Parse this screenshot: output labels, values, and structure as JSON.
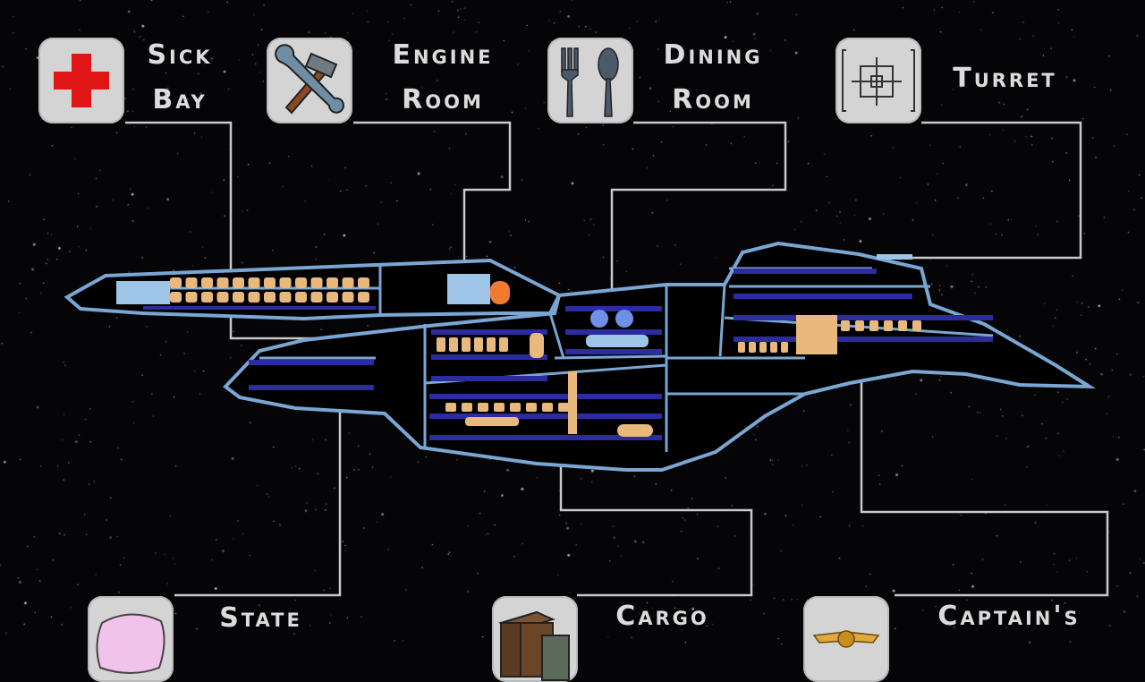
{
  "rooms": {
    "sick_bay": {
      "line1": "Sick",
      "line2": "bay"
    },
    "engine_room": {
      "line1": "Engine",
      "line2": "room"
    },
    "dining_room": {
      "line1": "Dining",
      "line2": "room"
    },
    "turret": {
      "line1": "Turret"
    },
    "state": {
      "line1": "State"
    },
    "cargo": {
      "line1": "Cargo"
    },
    "captains": {
      "line1": "Captain's"
    }
  },
  "colors": {
    "hull_outline": "#79a6d2",
    "connector_line": "#c9c9c9",
    "tile_bg": "#d4d4d4",
    "label_text": "#dcdcdc",
    "medical_cross": "#e01515",
    "deck_blue": "#2c2ca0",
    "room_tan": "#e8b87c"
  },
  "icons": [
    "medical-cross-icon",
    "wrench-hammer-icon",
    "fork-spoon-icon",
    "crosshair-icon",
    "pillow-icon",
    "crates-icon",
    "captain-wings-icon"
  ]
}
